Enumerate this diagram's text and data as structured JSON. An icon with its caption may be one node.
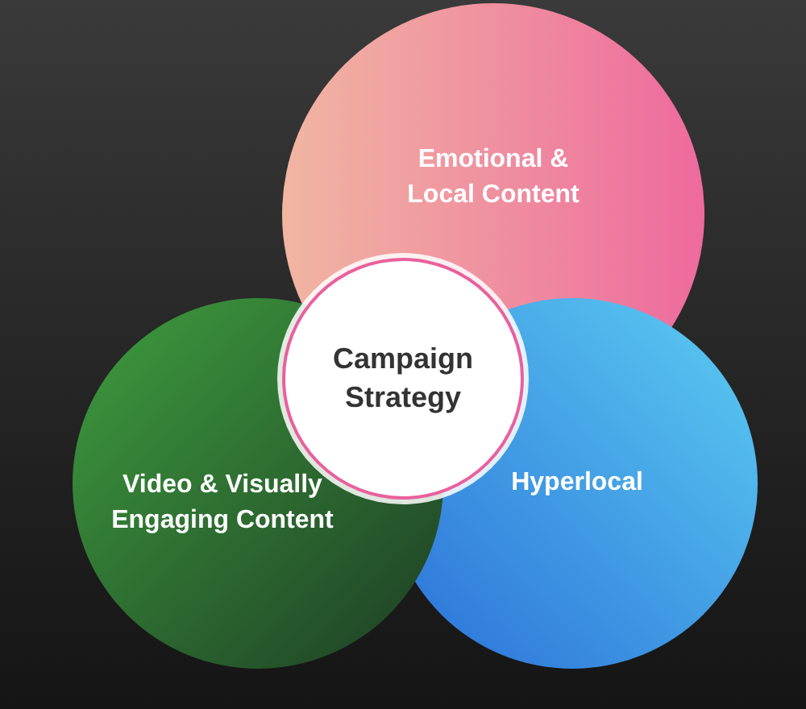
{
  "diagram": {
    "nodes": [
      {
        "text": [
          "Emotional & Local Content"
        ]
      },
      {
        "text": [
          "Campaign Strategy"
        ]
      },
      {
        "text": [
          "Video & Visually Engaging Content"
        ]
      },
      {
        "text": [
          "Hyperlocal"
        ]
      }
    ]
  }
}
